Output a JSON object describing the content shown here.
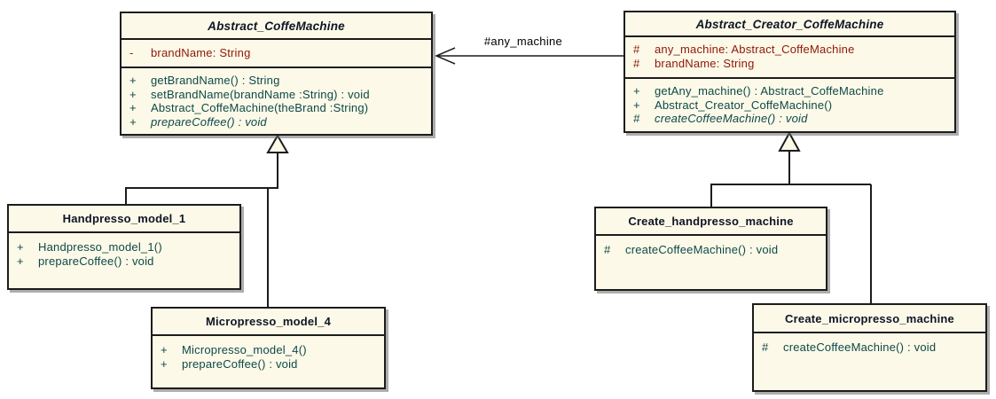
{
  "diagram": {
    "type": "uml-class-diagram",
    "colors": {
      "background": "#ffffff",
      "box_fill": "#FDF9E8",
      "border": "#1c1c1c",
      "title_text": "#0d1526",
      "attribute_text": "#8e1808",
      "method_text": "#0c4949",
      "label_text": "#000000"
    },
    "classes": [
      {
        "name": "Abstract_CoffeMachine",
        "abstract": true,
        "attributes": [
          {
            "visibility": "-",
            "text": "brandName: String"
          }
        ],
        "methods": [
          {
            "visibility": "+",
            "text": "getBrandName() : String"
          },
          {
            "visibility": "+",
            "text": "setBrandName(brandName :String) : void"
          },
          {
            "visibility": "+",
            "text": "Abstract_CoffeMachine(theBrand :String)"
          },
          {
            "visibility": "+",
            "text": "prepareCoffee() : void",
            "italic": true
          }
        ]
      },
      {
        "name": "Abstract_Creator_CoffeMachine",
        "abstract": true,
        "attributes": [
          {
            "visibility": "#",
            "text": "any_machine: Abstract_CoffeMachine"
          },
          {
            "visibility": "#",
            "text": "brandName: String"
          }
        ],
        "methods": [
          {
            "visibility": "+",
            "text": "getAny_machine() : Abstract_CoffeMachine"
          },
          {
            "visibility": "+",
            "text": "Abstract_Creator_CoffeMachine()"
          },
          {
            "visibility": "#",
            "text": "createCoffeeMachine() : void",
            "italic": true
          }
        ]
      },
      {
        "name": "Handpresso_model_1",
        "abstract": false,
        "attributes": [],
        "methods": [
          {
            "visibility": "+",
            "text": "Handpresso_model_1()"
          },
          {
            "visibility": "+",
            "text": "prepareCoffee() : void"
          }
        ]
      },
      {
        "name": "Micropresso_model_4",
        "abstract": false,
        "attributes": [],
        "methods": [
          {
            "visibility": "+",
            "text": "Micropresso_model_4()"
          },
          {
            "visibility": "+",
            "text": "prepareCoffee() : void"
          }
        ]
      },
      {
        "name": "Create_handpresso_machine",
        "abstract": false,
        "attributes": [],
        "methods": [
          {
            "visibility": "#",
            "text": "createCoffeeMachine() : void"
          }
        ]
      },
      {
        "name": "Create_micropresso_machine",
        "abstract": false,
        "attributes": [],
        "methods": [
          {
            "visibility": "#",
            "text": "createCoffeeMachine() : void"
          }
        ]
      }
    ],
    "relationships": {
      "association": {
        "label": "#any_machine",
        "from": "Abstract_Creator_CoffeMachine",
        "to": "Abstract_CoffeMachine"
      },
      "generalizations": [
        {
          "from": "Handpresso_model_1",
          "to": "Abstract_CoffeMachine"
        },
        {
          "from": "Micropresso_model_4",
          "to": "Abstract_CoffeMachine"
        },
        {
          "from": "Create_handpresso_machine",
          "to": "Abstract_Creator_CoffeMachine"
        },
        {
          "from": "Create_micropresso_machine",
          "to": "Abstract_Creator_CoffeMachine"
        }
      ]
    }
  }
}
